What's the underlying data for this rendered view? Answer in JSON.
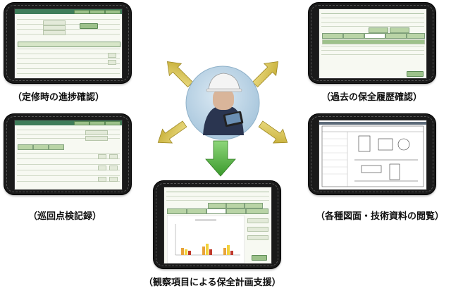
{
  "captions": {
    "top_left": "（定修時の進捗確認）",
    "top_right": "（過去の保全履歴確認）",
    "mid_left": "（巡回点検記録）",
    "mid_right": "（各種図面・技術資料の閲覧）",
    "bottom_center": "（観察項目による保全計画支援）"
  },
  "colors": {
    "arrow_diagonal": "#d8c24a",
    "arrow_down": "#4fb03c",
    "circle": "#bcd6e8",
    "tablet_bezel": "#1a1a1a",
    "screen_header": "#3f7d5a",
    "tab_fill": "#b9d4a6"
  },
  "icons": {
    "center": "worker-with-tablet-icon"
  }
}
